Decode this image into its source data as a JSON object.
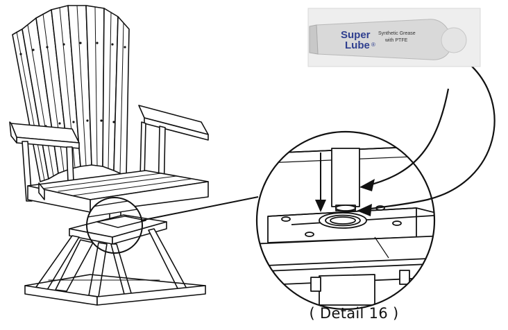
{
  "diagram": {
    "caption": "( Detail 16 )",
    "product": {
      "brand_line1": "Super",
      "brand_line2": "Lube",
      "registered_mark": "®",
      "description_line1": "Synthetic Grease",
      "description_line2": "with PTFE"
    },
    "colors": {
      "line": "#111111",
      "tube_background": "#eeeeee",
      "tube_body": "#d9d9d9",
      "brand_text": "#2f3f8f"
    }
  }
}
